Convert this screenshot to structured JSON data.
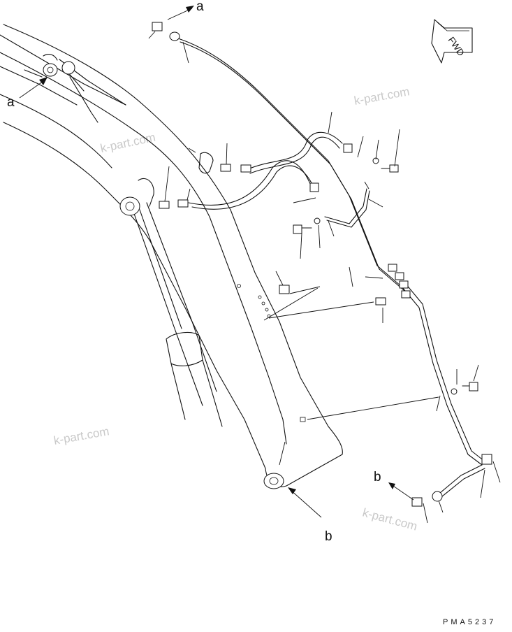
{
  "diagram": {
    "callout_a": "a",
    "callout_b": "b",
    "fwd_label": "FWD",
    "drawing_code": "PMA5237",
    "watermark": "k-part.com"
  }
}
